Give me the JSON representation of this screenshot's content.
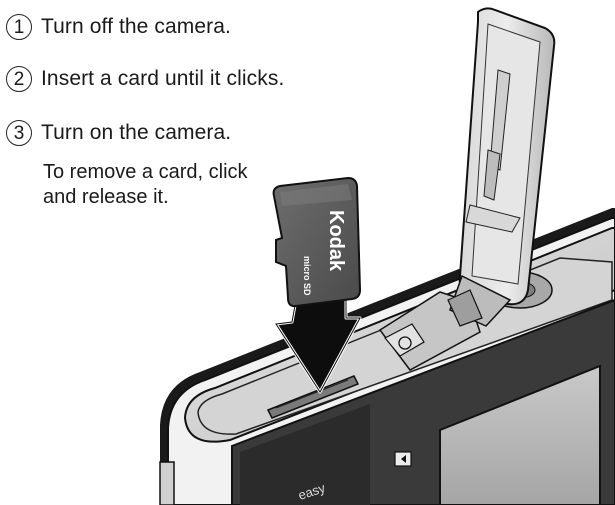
{
  "steps": [
    {
      "number": "1",
      "text": "Turn off the camera."
    },
    {
      "number": "2",
      "text": "Insert a card until it clicks."
    },
    {
      "number": "3",
      "text": "Turn on the camera."
    }
  ],
  "note": {
    "line1": "To remove a card, click",
    "line2": "and release it."
  },
  "card": {
    "brand": "Kodak",
    "type": "micro SD"
  },
  "colors": {
    "body_gray": "#9a9a9a",
    "dark": "#111111",
    "card": "#5e5e5e"
  }
}
